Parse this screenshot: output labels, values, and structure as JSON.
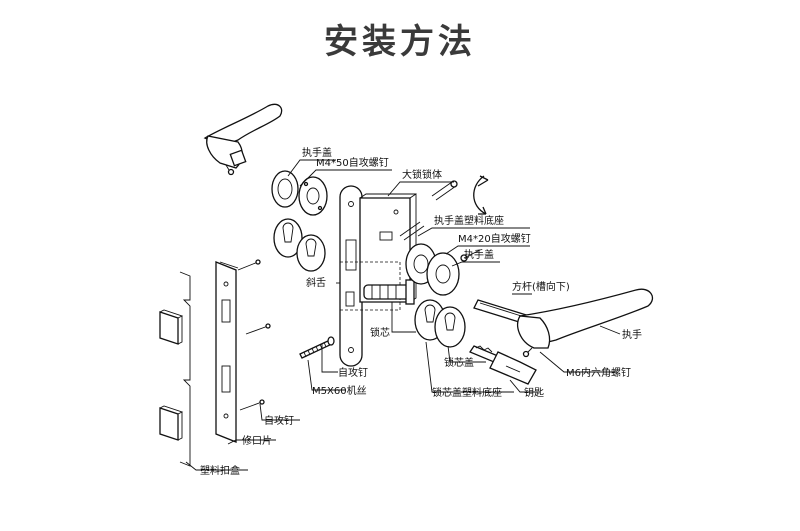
{
  "title": "安装方法",
  "labels": {
    "handle_cover_top": "执手盖",
    "screw_m4x50": "M4*50自攻螺钉",
    "lock_body": "大锁锁体",
    "handle_cover_base": "执手盖塑料底座",
    "screw_m4x20": "M4*20自攻螺钉",
    "handle_cover_right": "执手盖",
    "spindle": "方杆(槽向下)",
    "latch": "斜舌",
    "lock_cylinder": "锁芯",
    "handle": "执手",
    "cylinder_cover": "锁芯盖",
    "hex_screw": "M6内六角螺钉",
    "self_tapping_screw": "自攻钉",
    "machine_screw": "M5X60机丝",
    "cylinder_cover_base": "锁芯盖塑料底座",
    "key": "钥匙",
    "self_tapping_screw_2": "自攻钉",
    "strike_plate": "修口片",
    "plastic_box": "塑料扣盒"
  }
}
